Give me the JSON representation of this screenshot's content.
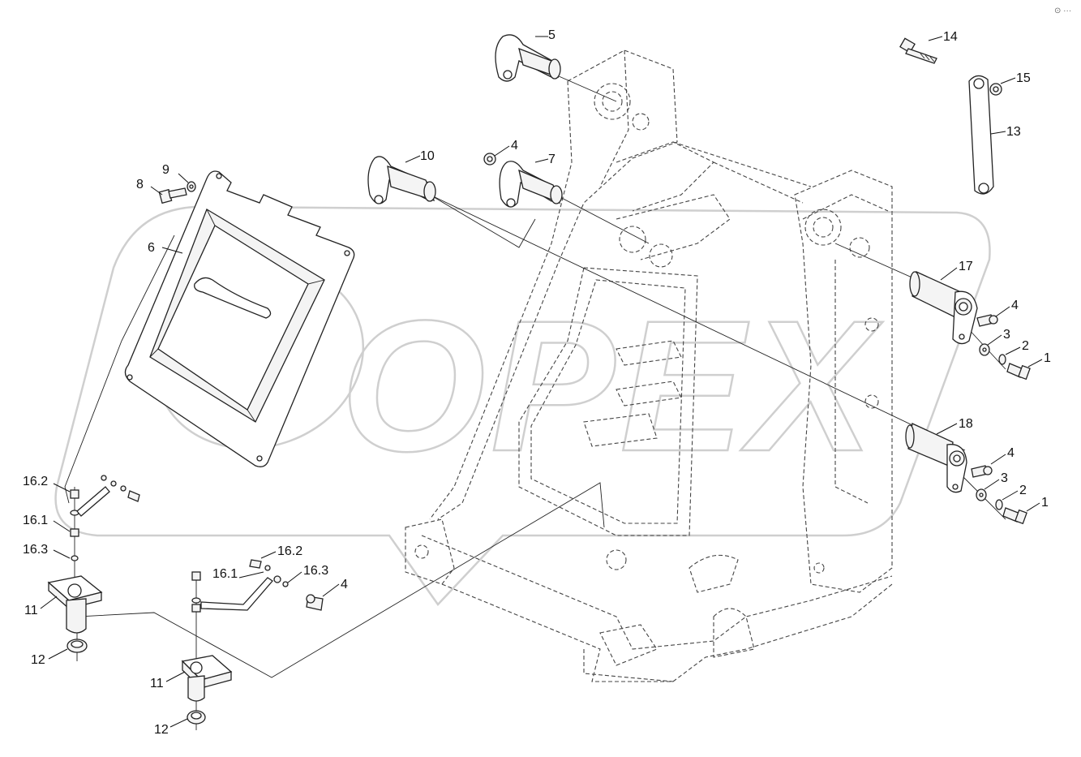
{
  "watermark": {
    "text": "OPEX"
  },
  "corner_mark": "⊙ ···",
  "callouts": [
    {
      "id": "c5",
      "label": "5"
    },
    {
      "id": "c14",
      "label": "14"
    },
    {
      "id": "c15",
      "label": "15"
    },
    {
      "id": "c13",
      "label": "13"
    },
    {
      "id": "c4a",
      "label": "4"
    },
    {
      "id": "c7",
      "label": "7"
    },
    {
      "id": "c10",
      "label": "10"
    },
    {
      "id": "c9",
      "label": "9"
    },
    {
      "id": "c8",
      "label": "8"
    },
    {
      "id": "c6",
      "label": "6"
    },
    {
      "id": "c17",
      "label": "17"
    },
    {
      "id": "c4b",
      "label": "4"
    },
    {
      "id": "c3a",
      "label": "3"
    },
    {
      "id": "c2a",
      "label": "2"
    },
    {
      "id": "c1a",
      "label": "1"
    },
    {
      "id": "c18",
      "label": "18"
    },
    {
      "id": "c4c",
      "label": "4"
    },
    {
      "id": "c3b",
      "label": "3"
    },
    {
      "id": "c2b",
      "label": "2"
    },
    {
      "id": "c1b",
      "label": "1"
    },
    {
      "id": "c162a",
      "label": "16.2"
    },
    {
      "id": "c161a",
      "label": "16.1"
    },
    {
      "id": "c163a",
      "label": "16.3"
    },
    {
      "id": "c11a",
      "label": "11"
    },
    {
      "id": "c12a",
      "label": "12"
    },
    {
      "id": "c162b",
      "label": "16.2"
    },
    {
      "id": "c161b",
      "label": "16.1"
    },
    {
      "id": "c163b",
      "label": "16.3"
    },
    {
      "id": "c4d",
      "label": "4"
    },
    {
      "id": "c11b",
      "label": "11"
    },
    {
      "id": "c12b",
      "label": "12"
    }
  ]
}
